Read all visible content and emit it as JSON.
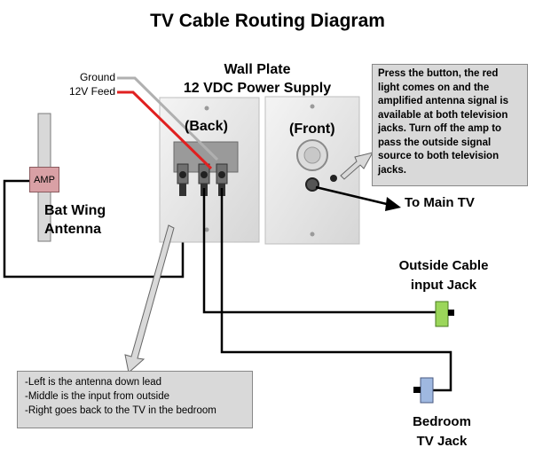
{
  "title": "TV Cable Routing Diagram",
  "wall_plate": {
    "line1": "Wall Plate",
    "line2": "12 VDC Power Supply"
  },
  "plate_back_label": "(Back)",
  "plate_front_label": "(Front)",
  "wires": {
    "ground": "Ground",
    "feed": "12V Feed"
  },
  "antenna": {
    "amp": "AMP",
    "name_line1": "Bat Wing",
    "name_line2": "Antenna"
  },
  "main_tv": "To Main TV",
  "outside_cable": {
    "line1": "Outside Cable",
    "line2": "input Jack"
  },
  "bedroom_jack": {
    "line1": "Bedroom",
    "line2": "TV Jack"
  },
  "callout_front": "Press the button, the red light comes on and the amplified antenna signal is available at both television jacks. Turn off the amp  to pass the outside signal source to both television jacks.",
  "callout_back": [
    "-Left is the antenna down lead",
    "-Middle is the input from outside",
    "-Right goes back to the TV in the bedroom"
  ],
  "colors": {
    "amp_fill": "#d9a0a5",
    "outside_jack": "#9bd65a",
    "bedroom_jack": "#9fb8e0",
    "feed_wire": "#e02020",
    "ground_wire": "#b0b0b0",
    "callout_bg": "#d9d9d9"
  }
}
